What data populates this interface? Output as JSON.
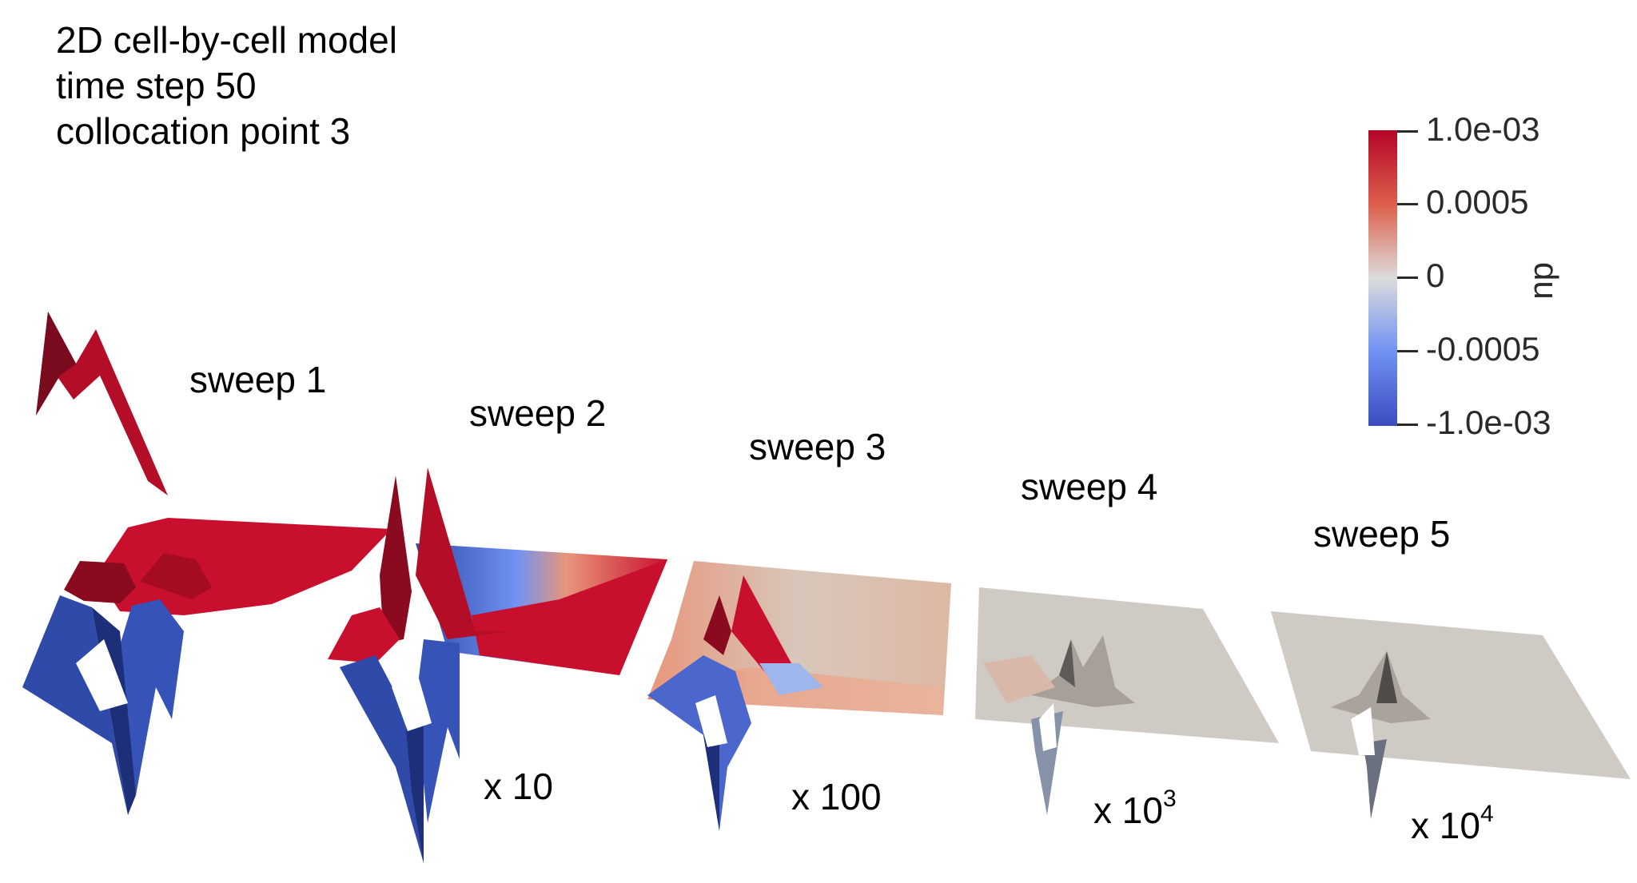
{
  "header": {
    "line1": "2D cell-by-cell model",
    "line2": "time step 50",
    "line3": "collocation point 3"
  },
  "sweeps": [
    {
      "label": "sweep 1",
      "scale_base": "",
      "scale_exp": ""
    },
    {
      "label": "sweep 2",
      "scale_base": "x 10",
      "scale_exp": ""
    },
    {
      "label": "sweep 3",
      "scale_base": "x 100",
      "scale_exp": ""
    },
    {
      "label": "sweep 4",
      "scale_base": "x 10",
      "scale_exp": "3"
    },
    {
      "label": "sweep 5",
      "scale_base": "x 10",
      "scale_exp": "4"
    }
  ],
  "colorbar": {
    "title": "du",
    "ticks": [
      "1.0e-03",
      "0.0005",
      "0",
      "-0.0005",
      "-1.0e-03"
    ],
    "colors": {
      "max": "#b40426",
      "mid_high": "#dd5f4b",
      "zero": "#dddcdc",
      "mid_low": "#6f92f3",
      "min": "#3b4cc0"
    }
  },
  "surface_colors": {
    "red": "#c8102e",
    "dark_red": "#8a0a1f",
    "blue": "#2f4aa8",
    "dark_blue": "#1e2f7a",
    "salmon": "#e8967a",
    "gray": "#cfcac4"
  }
}
